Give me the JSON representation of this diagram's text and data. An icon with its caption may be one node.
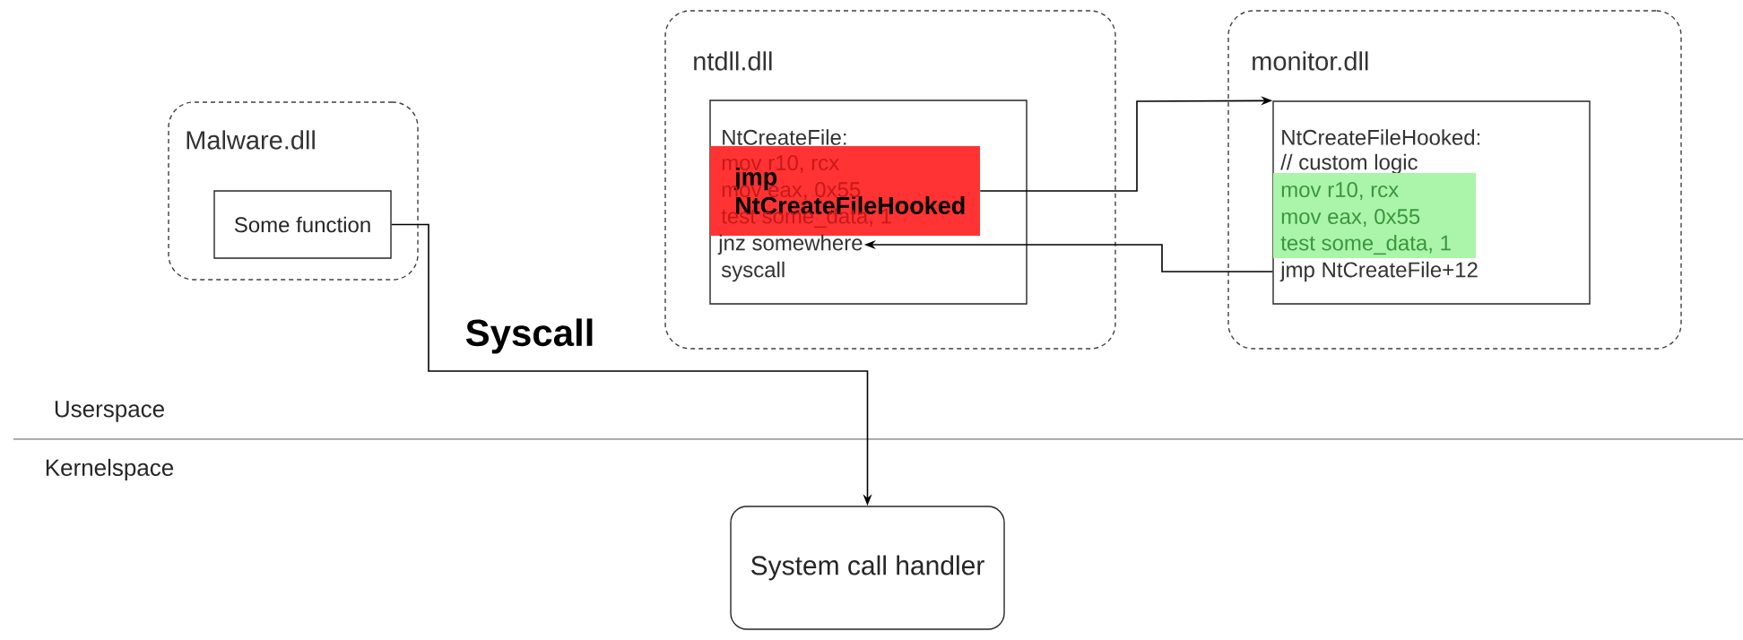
{
  "diagram": {
    "nodes": [
      {
        "text": [
          "Malware.dll"
        ]
      },
      {
        "text": [
          "Some function"
        ],
        "in": 0
      },
      {
        "text": [
          "ntdll.dll"
        ]
      },
      {
        "text": [
          "NtCreateFile:",
          "syscall"
        ],
        "in": 2
      },
      {
        "text": [
          "mov r10, rcx",
          "jmp NtCreateFileHooked",
          "mov eax, 0x55",
          "test some_data, 1"
        ],
        "in": 3
      },
      {
        "text": [
          "jnz somewhere"
        ],
        "in": 3
      },
      {
        "text": [
          "monitor.dll"
        ]
      },
      {
        "text": [
          "NtCreateFileHooked:",
          "// custom logic",
          "jmp NtCreateFile+12"
        ],
        "in": 6
      },
      {
        "text": [
          "mov r10, rcx",
          "mov eax, 0x55",
          "test some_data, 1"
        ],
        "in": 7
      },
      {
        "text": [
          "System call handler"
        ]
      }
    ],
    "edges": [
      {
        "from": 1,
        "to": 9,
        "arrow": "to",
        "label": "Syscall"
      },
      {
        "from": 4,
        "to": 7,
        "arrow": "to"
      },
      {
        "from": 7,
        "to": 5,
        "arrow": "to"
      }
    ],
    "labels": [
      "Userspace",
      "Kernelspace"
    ]
  }
}
